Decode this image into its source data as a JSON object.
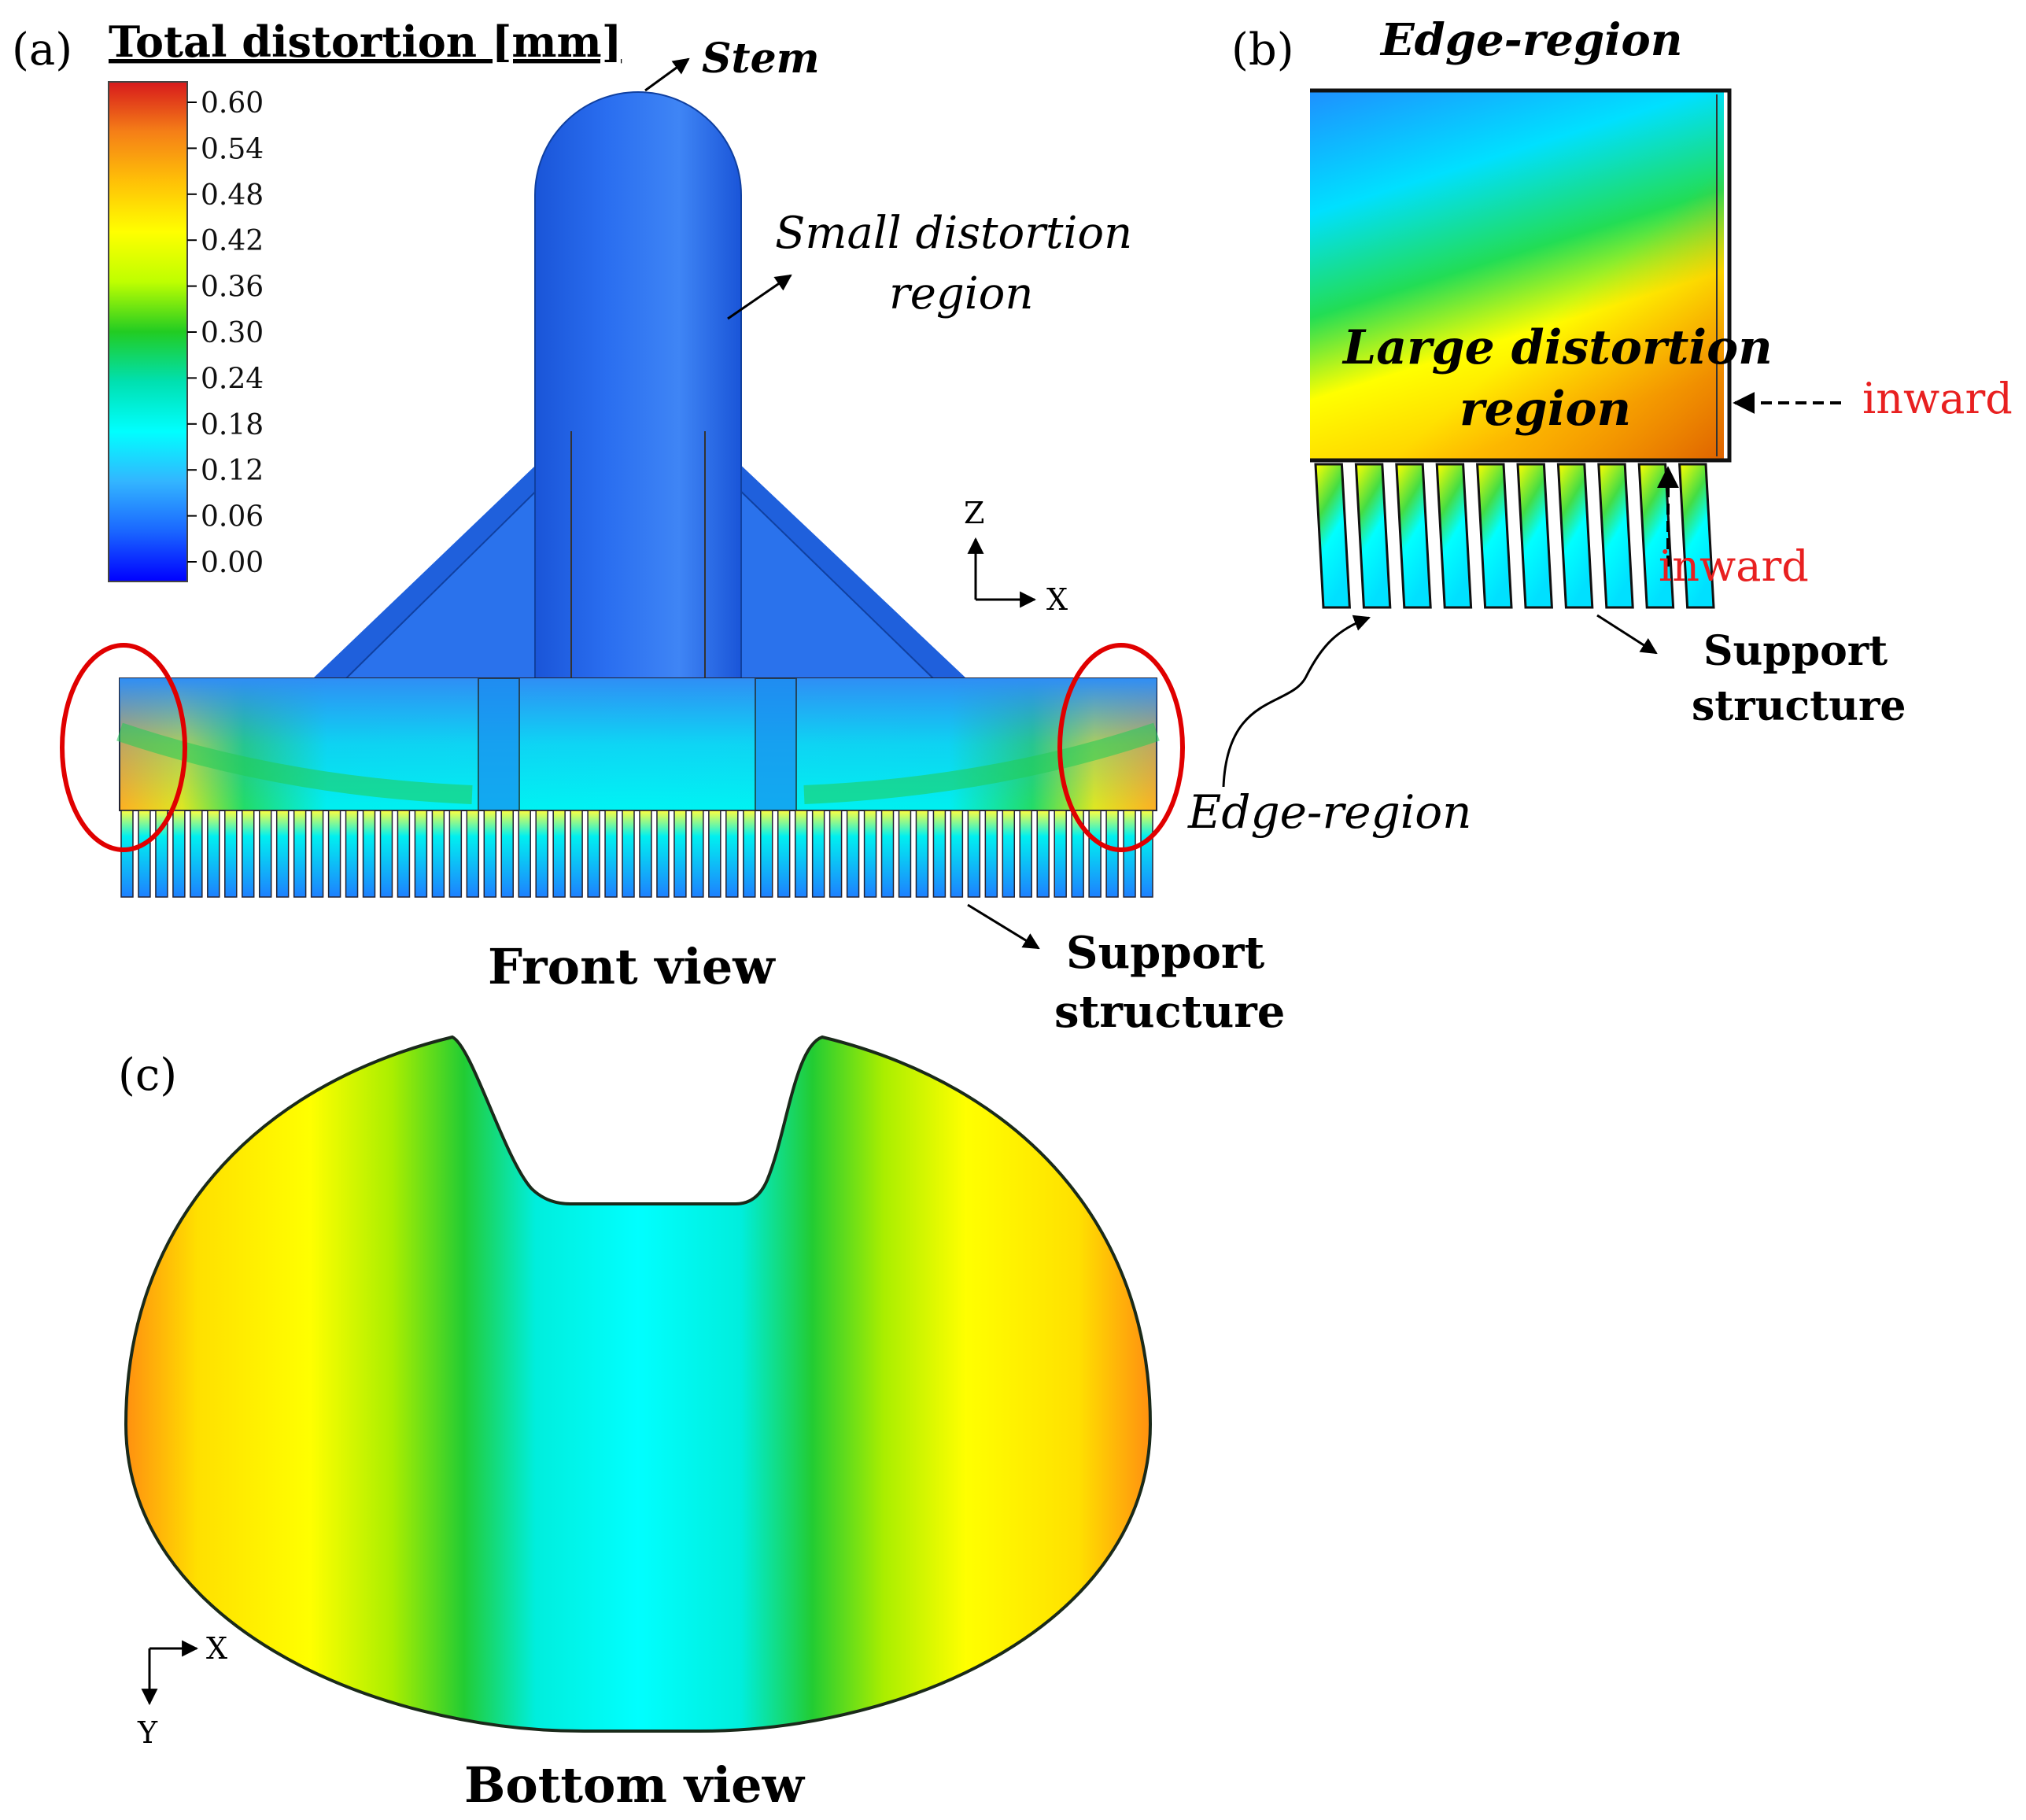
{
  "panels": {
    "a": "(a)",
    "b": "(b)",
    "c": "(c)"
  },
  "legend": {
    "title": "Total distortion  [mm]",
    "ticks": [
      "0.60",
      "0.54",
      "0.48",
      "0.42",
      "0.36",
      "0.30",
      "0.24",
      "0.18",
      "0.12",
      "0.06",
      "0.00"
    ],
    "colors": [
      "#d7191c",
      "#f57f17",
      "#ffd700",
      "#ffff00",
      "#bfff00",
      "#22cc22",
      "#00e0c0",
      "#00ffff",
      "#33b5ff",
      "#1a66ff",
      "#0000ff"
    ]
  },
  "annotations": {
    "stem": "Stem",
    "small_distortion_1": "Small distortion",
    "small_distortion_2": "region",
    "edge_region_a": "Edge-region",
    "support_a_1": "Support",
    "support_a_2": "structure",
    "front_view": "Front view",
    "edge_region_b": "Edge-region",
    "large_distortion_1": "Large distortion",
    "large_distortion_2": "region",
    "inward_right": "inward",
    "inward_bottom": "inward",
    "support_b_1": "Support",
    "support_b_2": "structure",
    "bottom_view": "Bottom view"
  },
  "axes": {
    "front": {
      "vertical": "Z",
      "horizontal": "X"
    },
    "bottom": {
      "horizontal": "X",
      "vertical": "Y"
    }
  },
  "colors": {
    "highlight_red": "#e00000",
    "inward_red": "#e82020",
    "stem_blue": "#1f5fe0"
  }
}
